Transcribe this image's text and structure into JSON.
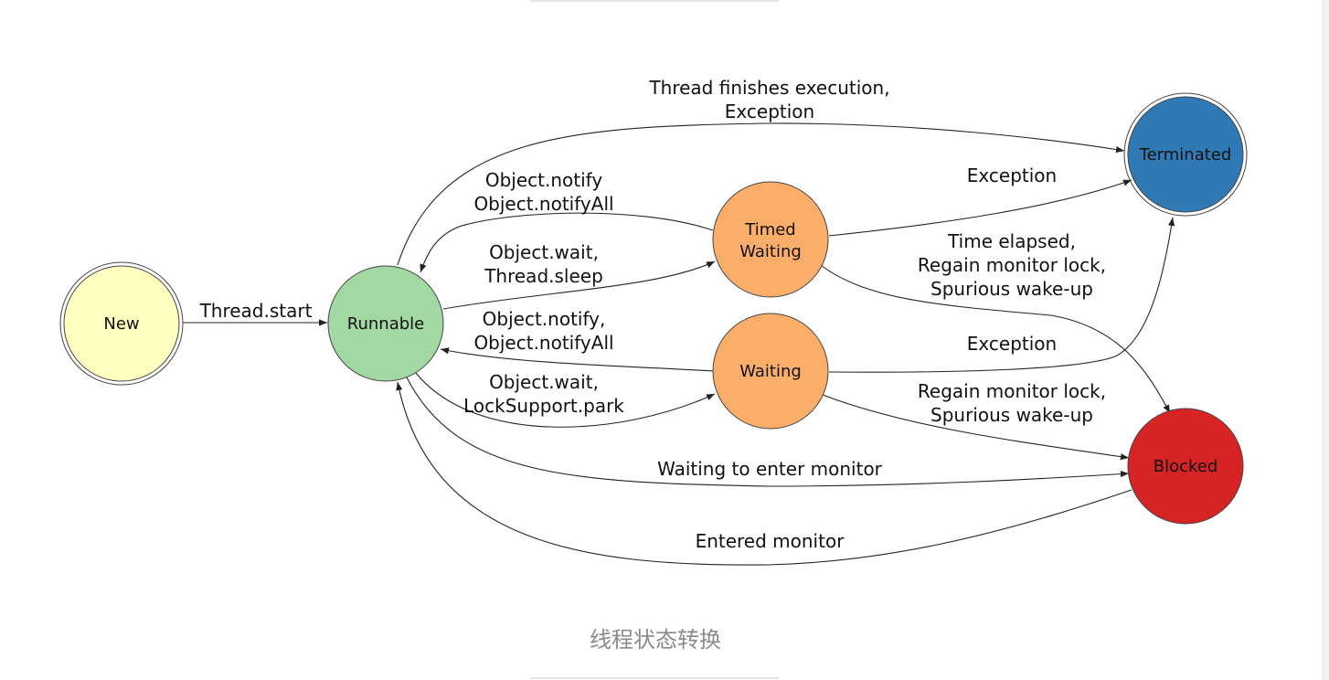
{
  "caption": "线程状态转换",
  "colors": {
    "new": "#ffffc0",
    "runnable": "#a2d9a2",
    "timed_waiting": "#fbae6a",
    "waiting": "#fbae6a",
    "terminated": "#2f7ab5",
    "blocked": "#d62326",
    "stroke": "#222222",
    "caption": "#8a8a8a"
  },
  "nodes": {
    "new": {
      "label": [
        "New"
      ]
    },
    "runnable": {
      "label": [
        "Runnable"
      ]
    },
    "timed_waiting": {
      "label": [
        "Timed",
        "Waiting"
      ]
    },
    "waiting": {
      "label": [
        "Waiting"
      ]
    },
    "terminated": {
      "label": [
        "Terminated"
      ]
    },
    "blocked": {
      "label": [
        "Blocked"
      ]
    }
  },
  "edges": {
    "thread_start": {
      "from": "New",
      "to": "Runnable",
      "label": [
        "Thread.start"
      ]
    },
    "finishes": {
      "from": "Runnable",
      "to": "Terminated",
      "label": [
        "Thread finishes execution,",
        "Exception"
      ]
    },
    "tw_notify": {
      "from": "Timed Waiting",
      "to": "Runnable",
      "label": [
        "Object.notify",
        "Object.notifyAll"
      ]
    },
    "tw_wait": {
      "from": "Runnable",
      "to": "Timed Waiting",
      "label": [
        "Object.wait,",
        "Thread.sleep"
      ]
    },
    "tw_exception": {
      "from": "Timed Waiting",
      "to": "Terminated",
      "label": [
        "Exception"
      ]
    },
    "tw_elapsed": {
      "from": "Timed Waiting",
      "to": "Blocked",
      "label": [
        "Time elapsed,",
        "Regain monitor lock,",
        "Spurious wake-up"
      ]
    },
    "w_notify": {
      "from": "Waiting",
      "to": "Runnable",
      "label": [
        "Object.notify,",
        "Object.notifyAll"
      ]
    },
    "w_wait": {
      "from": "Runnable",
      "to": "Waiting",
      "label": [
        "Object.wait,",
        "LockSupport.park"
      ]
    },
    "w_exception": {
      "from": "Waiting",
      "to": "Terminated",
      "label": [
        "Exception"
      ]
    },
    "w_regain": {
      "from": "Waiting",
      "to": "Blocked",
      "label": [
        "Regain monitor lock,",
        "Spurious wake-up"
      ]
    },
    "wait_monitor": {
      "from": "Runnable",
      "to": "Blocked",
      "label": [
        "Waiting to enter monitor"
      ]
    },
    "entered_monitor": {
      "from": "Blocked",
      "to": "Runnable",
      "label": [
        "Entered monitor"
      ]
    }
  }
}
